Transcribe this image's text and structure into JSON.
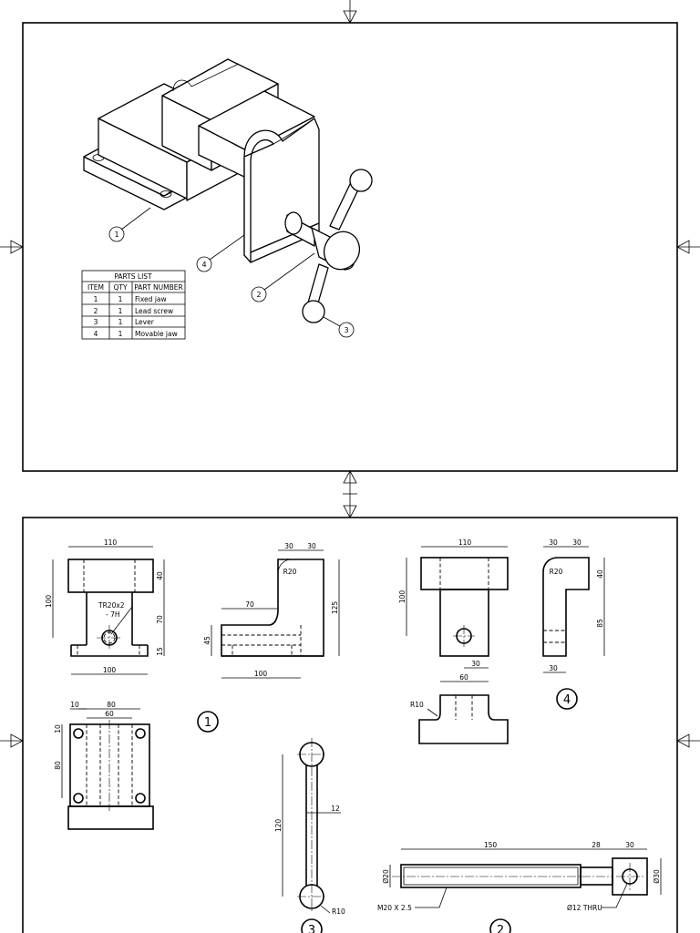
{
  "parts_list": {
    "title": "PARTS LIST",
    "headers": [
      "ITEM",
      "QTY",
      "PART NUMBER"
    ],
    "rows": [
      [
        "1",
        "1",
        "Fixed jaw"
      ],
      [
        "2",
        "1",
        "Lead screw"
      ],
      [
        "3",
        "1",
        "Lever"
      ],
      [
        "4",
        "1",
        "Movable jaw"
      ]
    ]
  },
  "balloons": {
    "iso": [
      "1",
      "2",
      "3",
      "4"
    ],
    "detail_part1": "1",
    "detail_part4": "4",
    "detail_part3": "3",
    "detail_part2": "2"
  },
  "dims": {
    "p1_front": {
      "width_top": "110",
      "height": "100",
      "top_h": "40",
      "mid_h": "70",
      "base_h": "15",
      "width_base": "100",
      "thread": "TR20x2",
      "thread2": "- 7H"
    },
    "p1_side": {
      "t1": "30",
      "t2": "30",
      "radius": "R20",
      "step": "70",
      "base": "45",
      "height": "125",
      "width": "100"
    },
    "p1_top": {
      "d10a": "10",
      "d80": "80",
      "d60": "60",
      "d10b": "10",
      "d80v": "80"
    },
    "p4_front": {
      "width": "110",
      "height": "100",
      "d30": "30",
      "d60": "60",
      "radius": "R10"
    },
    "p4_side": {
      "t1": "30",
      "t2": "30",
      "radius": "R20",
      "d40": "40",
      "d85": "85",
      "d30": "30"
    },
    "p3": {
      "length": "120",
      "dia": "12",
      "radius": "R10"
    },
    "p2": {
      "len": "150",
      "d28": "28",
      "d30": "30",
      "dia20": "Ø20",
      "dia30": "Ø30",
      "thread": "M20 X 2.5",
      "hole": "Ø12 THRU"
    }
  }
}
